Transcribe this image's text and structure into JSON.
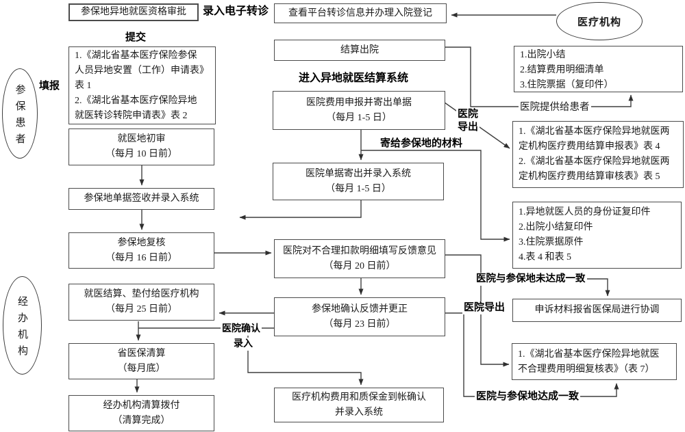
{
  "actors": {
    "insured_patient": "参保患者",
    "handling_agency": "经办机构",
    "medical_institution": "医疗机构"
  },
  "boxes": {
    "eligibility_approval": "参保地异地就医资格审批",
    "check_referral_register": "查看平台转诊信息并办理入院登记",
    "form1_form2": "1.《湖北省基本医疗保险参保\n人员异地安置（工作）申请表》\n表 1\n2.《湖北省基本医疗保险异地\n就医转诊转院申请表》表 2",
    "discharge_settlement": "结算出院",
    "discharge_documents": "1.出院小结\n2.结算费用明细清单\n3.住院票据（复印件）",
    "hospital_fee_declare": "医院费用申报并寄出单据\n（每月 1-5 日）",
    "form4_form5": "1.《湖北省基本医疗保险异地就医两\n定机构医疗费用结算申报表》表 4\n2.《湖北省基本医疗保险异地就医两\n定机构医疗费用结算审核表》表 5",
    "initial_review": "就医地初审\n（每月 10 日前）",
    "hospital_send_input": "医院单据寄出并录入系统\n（每月 1-5 日）",
    "insured_receipt_input": "参保地单据签收并录入系统",
    "id_copy_materials": "1.异地就医人员的身份证复印件\n2.出院小结复印件\n3.住院票据原件\n4.表 4 和表 5",
    "insured_recheck": "参保地复核\n（每月 16 日前）",
    "hospital_feedback": "医院对不合理扣款明细填写反馈意见\n（每月 20 日前）",
    "settle_advance": "就医结算、垫付给医疗机构\n（每月 25 日前）",
    "insured_confirm_correct": "参保地确认反馈并更正\n（每月 23 日前）",
    "appeal_coordination": "申诉材料报省医保局进行协调",
    "provincial_settlement": "省医保清算\n（每月底）",
    "form7": "1.《湖北省基本医疗保险异地就医\n不合理费用明细复核表》（表 7）",
    "fund_arrival_confirm": "医疗机构费用和质保金到帐确认\n并录入系统",
    "agency_allocation": "经办机构清算拨付\n（清算完成）"
  },
  "labels": {
    "enter_e_referral": "录入电子转诊",
    "submit": "提交",
    "fill_report": "填报",
    "enter_settlement_system": "进入异地就医结算系统",
    "hospital_export_1": "医院\n导出",
    "materials_to_insured": "寄给参保地的材料",
    "hospital_provide_patient": "医院提供给患者",
    "not_reached_agreement": "医院与参保地未达成一致",
    "hospital_export_2": "医院导出",
    "reached_agreement": "医院与参保地达成一致",
    "hospital_confirm": "医院确认",
    "confirm_input": "录入"
  }
}
